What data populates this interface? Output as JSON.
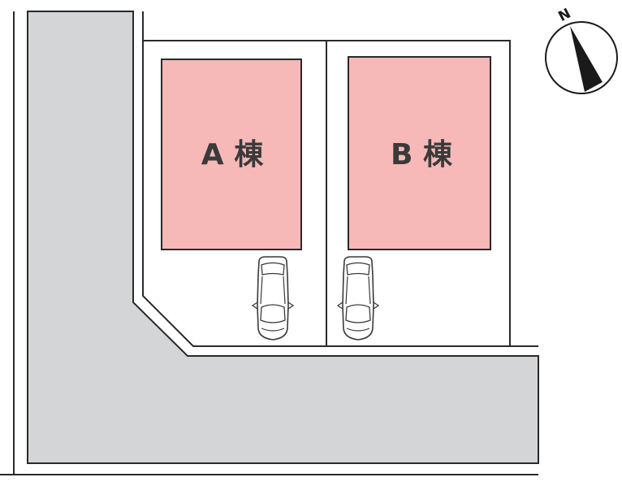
{
  "buildings": [
    {
      "label": "A 棟"
    },
    {
      "label": "B 棟"
    }
  ],
  "compass": {
    "label": "N",
    "icon": "north-arrow-icon"
  },
  "colors": {
    "road": "#d4d5d7",
    "building": "#f7b8b8",
    "line": "#2a2a2a"
  }
}
